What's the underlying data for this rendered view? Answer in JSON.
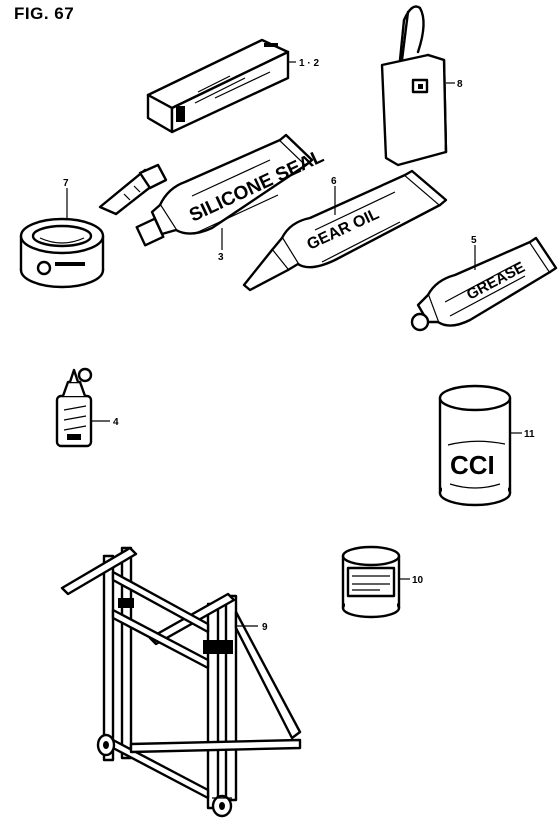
{
  "figure": {
    "title": "FIG. 67"
  },
  "callouts": [
    {
      "id": "c12",
      "label": "1 · 2"
    },
    {
      "id": "c8",
      "label": "8"
    },
    {
      "id": "c7",
      "label": "7"
    },
    {
      "id": "c3",
      "label": "3"
    },
    {
      "id": "c6",
      "label": "6"
    },
    {
      "id": "c5",
      "label": "5"
    },
    {
      "id": "c4",
      "label": "4"
    },
    {
      "id": "c11",
      "label": "11"
    },
    {
      "id": "c10",
      "label": "10"
    },
    {
      "id": "c9",
      "label": "9"
    }
  ],
  "product_labels": {
    "silicone": "SILICONE SEAL",
    "gear_oil": "GEAR OIL",
    "grease": "GREASE",
    "can": "CCI"
  }
}
